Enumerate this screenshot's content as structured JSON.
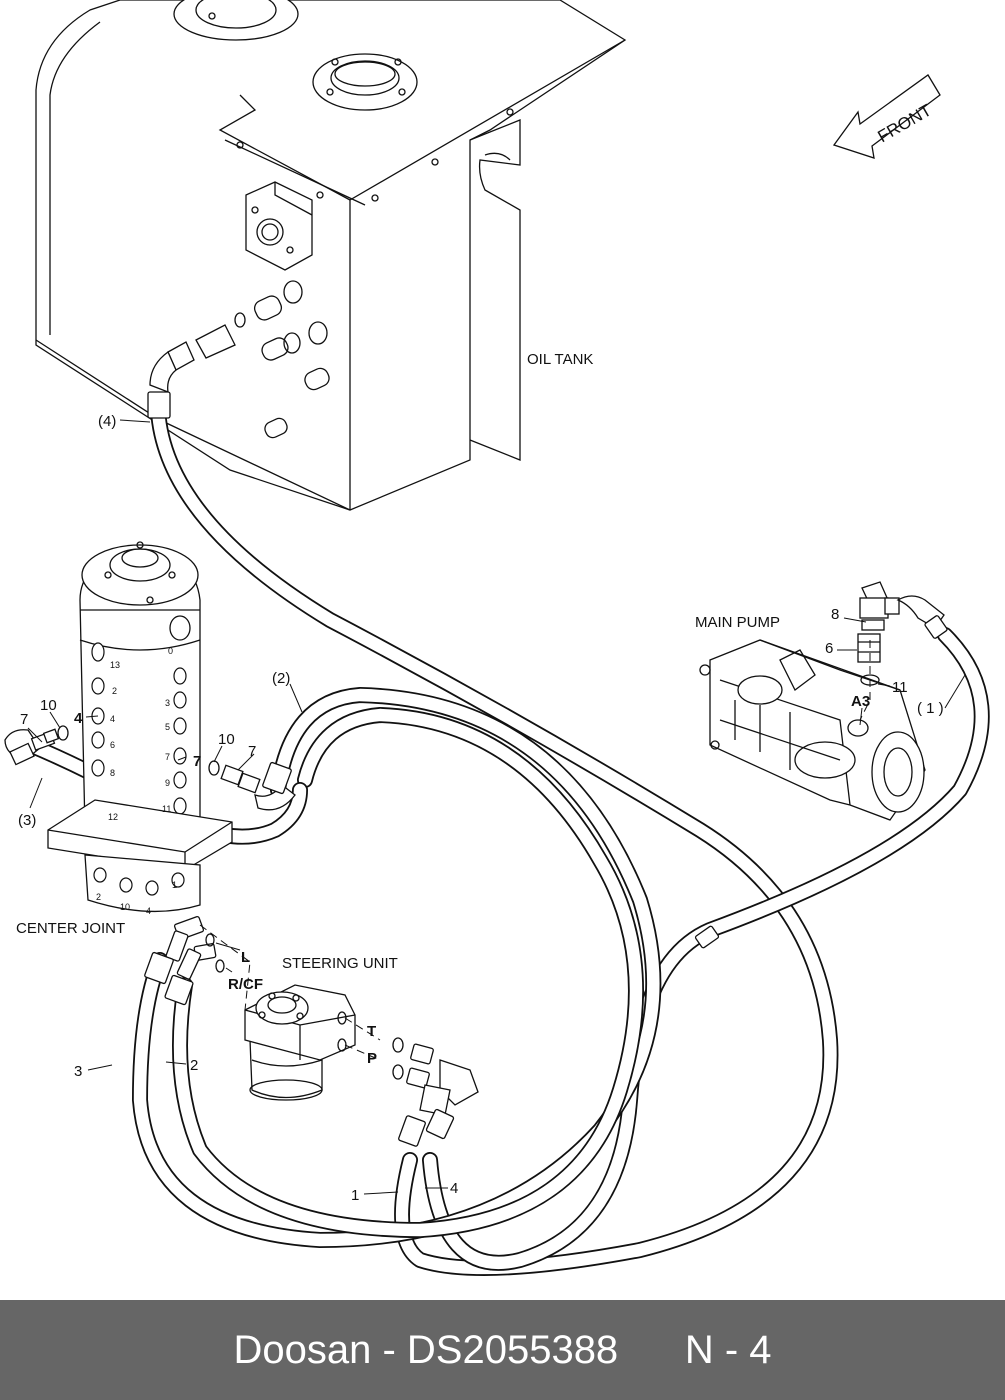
{
  "labels": {
    "oil_tank": "OIL TANK",
    "main_pump": "MAIN PUMP",
    "center_joint": "CENTER JOINT",
    "steering_unit": "STEERING UNIT",
    "front": "FRONT"
  },
  "callouts": {
    "hose_4": "(4)",
    "hose_2": "(2)",
    "hose_3": "(3)",
    "hose_1": "( 1 )",
    "part_8": "8",
    "part_6": "6",
    "part_11": "11",
    "port_a3": "A3",
    "cj_10_left": "10",
    "cj_7_left": "7",
    "cj_4": "4",
    "cj_10_right": "10",
    "cj_7_right": "7",
    "cj_7_bold": "7",
    "port_l": "L",
    "port_rcf": "R/CF",
    "port_t": "T",
    "port_p": "P",
    "hose_num_3": "3",
    "hose_num_2": "2",
    "hose_num_1": "1",
    "hose_num_4": "4"
  },
  "center_joint_port_numbers": [
    "13",
    "2",
    "4",
    "6",
    "8",
    "12",
    "3",
    "5",
    "7",
    "9",
    "11",
    "0",
    "1",
    "10",
    "4",
    "2"
  ],
  "footer": {
    "brand": "Doosan",
    "separator": "-",
    "part_number": "DS2055388",
    "page_ref": "N - 4"
  },
  "colors": {
    "footer_bg": "#666666",
    "footer_text": "#ffffff",
    "line": "#111111"
  }
}
